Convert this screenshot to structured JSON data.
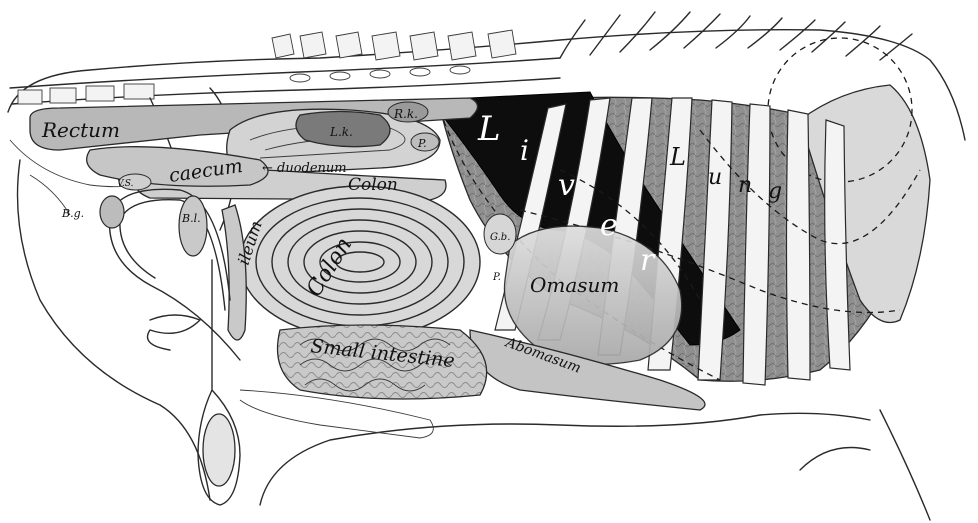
{
  "labels": {
    "rectum": "Rectum",
    "caecum": "caecum",
    "duodenum": "← duodenum",
    "colon_upper": "Colon",
    "colon_spiral": "Colon",
    "ileum": "ileum",
    "small_intestine": "Small intestine",
    "abomasum": "Abomasum",
    "omasum": "Omasum",
    "liver": [
      "L",
      "i",
      "v",
      "e",
      "r"
    ],
    "lung": [
      "L",
      "u",
      "n",
      "g"
    ],
    "rk": "R.k.",
    "lk": "L.k.",
    "p_pancreas": "P.",
    "gb": "G.b.",
    "p_small": "P.",
    "bg": "B.g.",
    "bl": "B.l.",
    "vs": "V.S."
  }
}
